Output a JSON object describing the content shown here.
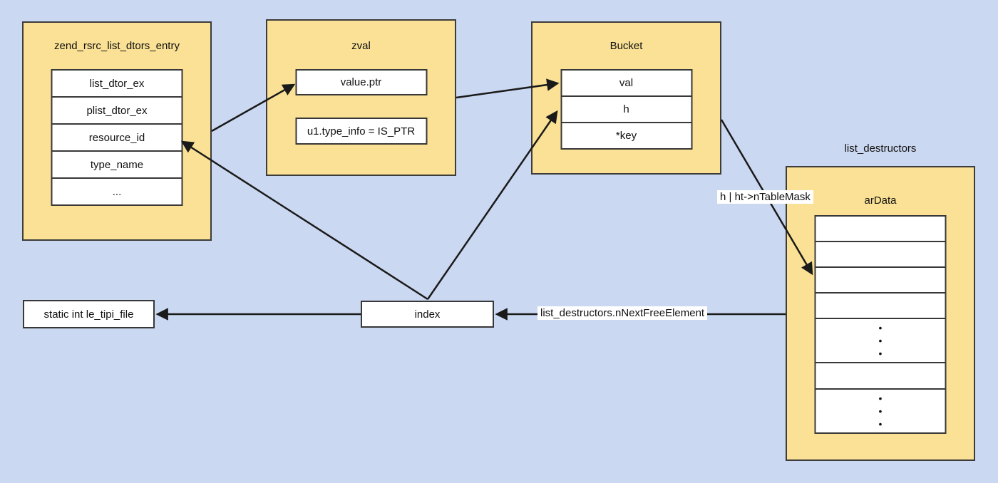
{
  "colors": {
    "background": "#cbd8f1",
    "box_fill": "#fae195",
    "box_border": "#3c3c3c",
    "cell_fill": "#ffffff",
    "line": "#1a1a1a"
  },
  "boxes": {
    "zend_entry": {
      "title": "zend_rsrc_list_dtors_entry",
      "fields": [
        "list_dtor_ex",
        "plist_dtor_ex",
        "resource_id",
        "type_name",
        "..."
      ]
    },
    "zval": {
      "title": "zval",
      "fields": [
        "value.ptr",
        "u1.type_info = IS_PTR"
      ]
    },
    "bucket": {
      "title": "Bucket",
      "fields": [
        "val",
        "h",
        "*key"
      ]
    },
    "list_destructors": {
      "outer_label": "list_destructors",
      "title": "arData",
      "cells": [
        "",
        "",
        "",
        "",
        "•\n•\n•",
        "",
        "•\n•\n•"
      ]
    }
  },
  "nodes": {
    "index_label": "index",
    "static_label": "static int le_tipi_file"
  },
  "edge_labels": {
    "table_mask": "h | ht->nTableMask",
    "next_free_element": "list_destructors.nNextFreeElement"
  }
}
